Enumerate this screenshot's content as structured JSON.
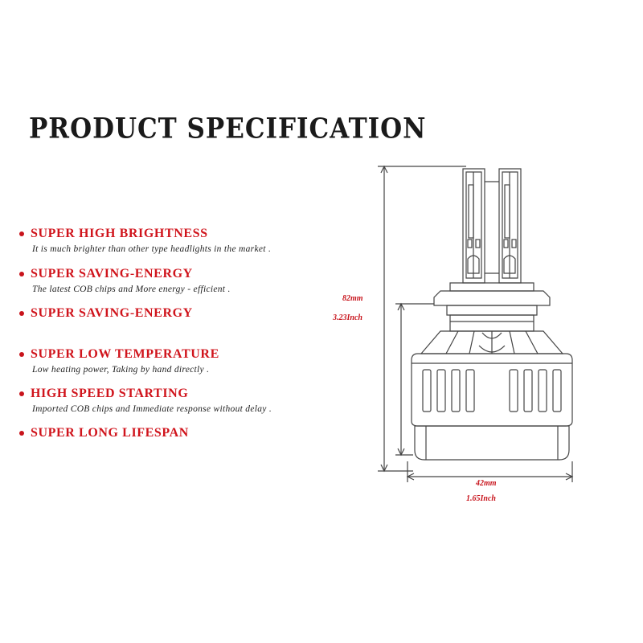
{
  "title": "PRODUCT SPECIFICATION",
  "features": [
    {
      "heading": "SUPER HIGH BRIGHTNESS",
      "description": "It is much brighter than other type headlights in the market ."
    },
    {
      "heading": "SUPER SAVING-ENERGY",
      "description": "The latest COB chips and More energy - efficient ."
    },
    {
      "heading": "SUPER SAVING-ENERGY",
      "description": ""
    },
    {
      "heading": "SUPER LOW TEMPERATURE",
      "description": "Low heating power, Taking by hand directly ."
    },
    {
      "heading": "HIGH SPEED STARTING",
      "description": "Imported COB chips and Immediate response without delay ."
    },
    {
      "heading": "SUPER LONG LIFESPAN",
      "description": ""
    }
  ],
  "dimensions": {
    "height_mm": "82mm",
    "height_inch": "3.23Inch",
    "width_mm": "42mm",
    "width_inch": "1.65Inch"
  },
  "colors": {
    "accent": "#d0141c",
    "text": "#1a1a1a",
    "line": "#444444"
  }
}
